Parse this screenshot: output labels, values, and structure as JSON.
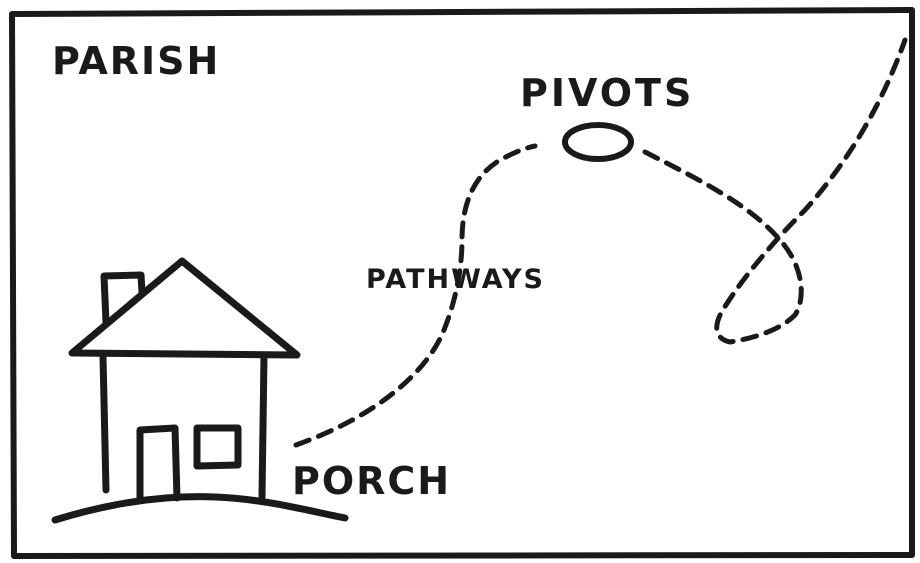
{
  "labels": {
    "parish": "PARISH",
    "pivots": "PIVOTS",
    "pathways": "PATHWAYS",
    "porch": "PORCH"
  },
  "colors": {
    "ink": "#1a1a1a",
    "background": "#ffffff"
  }
}
